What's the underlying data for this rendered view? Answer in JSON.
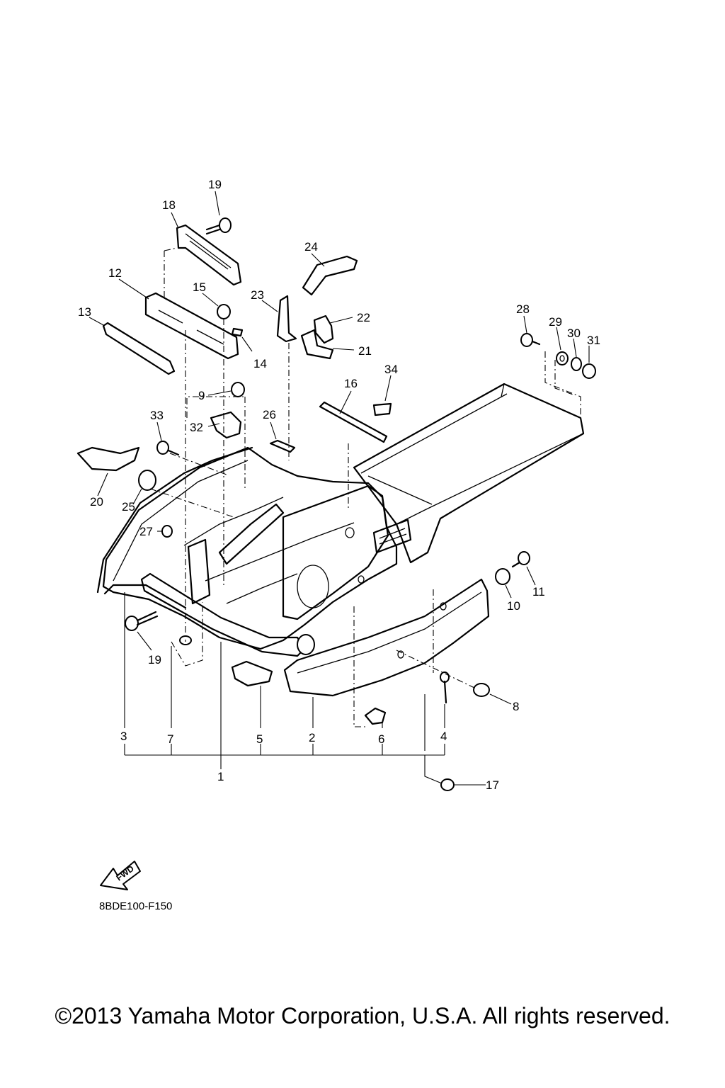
{
  "callouts": [
    {
      "id": "19",
      "label": "19"
    },
    {
      "id": "18",
      "label": "18"
    },
    {
      "id": "24",
      "label": "24"
    },
    {
      "id": "12",
      "label": "12"
    },
    {
      "id": "15",
      "label": "15"
    },
    {
      "id": "13",
      "label": "13"
    },
    {
      "id": "23",
      "label": "23"
    },
    {
      "id": "22",
      "label": "22"
    },
    {
      "id": "21",
      "label": "21"
    },
    {
      "id": "14",
      "label": "14"
    },
    {
      "id": "28",
      "label": "28"
    },
    {
      "id": "29",
      "label": "29"
    },
    {
      "id": "30",
      "label": "30"
    },
    {
      "id": "31",
      "label": "31"
    },
    {
      "id": "34",
      "label": "34"
    },
    {
      "id": "16",
      "label": "16"
    },
    {
      "id": "9",
      "label": "9"
    },
    {
      "id": "33",
      "label": "33"
    },
    {
      "id": "26",
      "label": "26"
    },
    {
      "id": "32",
      "label": "32"
    },
    {
      "id": "20",
      "label": "20"
    },
    {
      "id": "25",
      "label": "25"
    },
    {
      "id": "27",
      "label": "27"
    },
    {
      "id": "11",
      "label": "11"
    },
    {
      "id": "10",
      "label": "10"
    },
    {
      "id": "19b",
      "label": "19"
    },
    {
      "id": "8",
      "label": "8"
    },
    {
      "id": "3",
      "label": "3"
    },
    {
      "id": "7",
      "label": "7"
    },
    {
      "id": "5",
      "label": "5"
    },
    {
      "id": "2",
      "label": "2"
    },
    {
      "id": "6",
      "label": "6"
    },
    {
      "id": "4",
      "label": "4"
    },
    {
      "id": "1",
      "label": "1"
    },
    {
      "id": "17",
      "label": "17"
    }
  ],
  "fwd_label": "FWD",
  "diagram_code": "8BDE100-F150",
  "copyright": "©2013 Yamaha Motor Corporation, U.S.A. All rights reserved.",
  "icons": {
    "forward_arrow": "fwd-arrow-icon"
  }
}
